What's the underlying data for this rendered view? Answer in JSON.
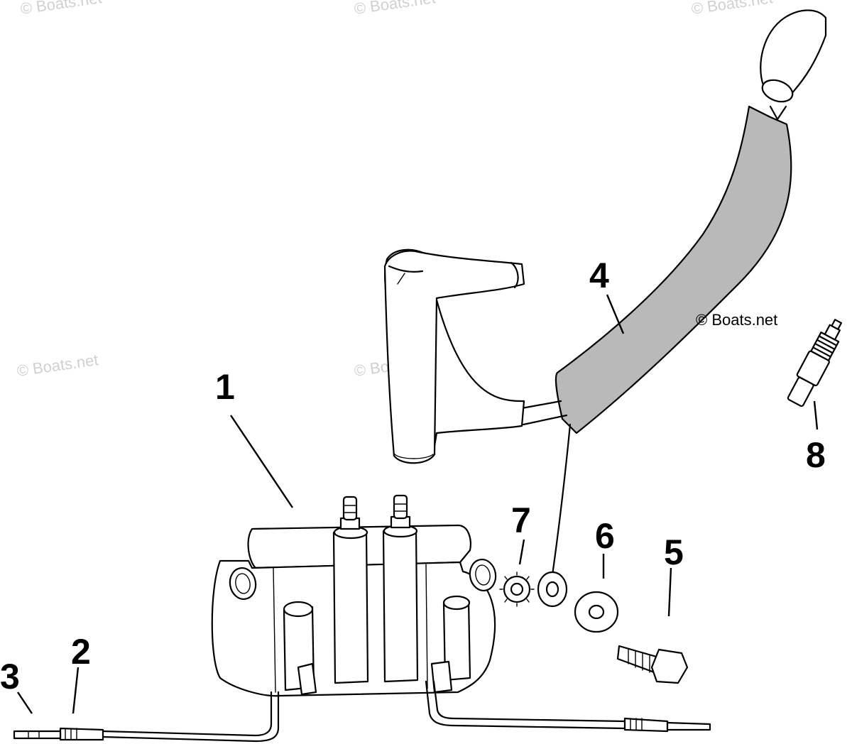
{
  "watermarks": [
    "© Boats.net",
    "© Boats.net",
    "© Boats.net",
    "© Boats.net",
    "© Boats.net"
  ],
  "copyright": "© Boats.net",
  "callouts": {
    "ignition_coil": "1",
    "terminal_sleeve": "2",
    "terminal": "3",
    "high_tension_lead": "4",
    "screw": "5",
    "washer": "6",
    "lockwasher": "7",
    "spark_plug": "8"
  }
}
